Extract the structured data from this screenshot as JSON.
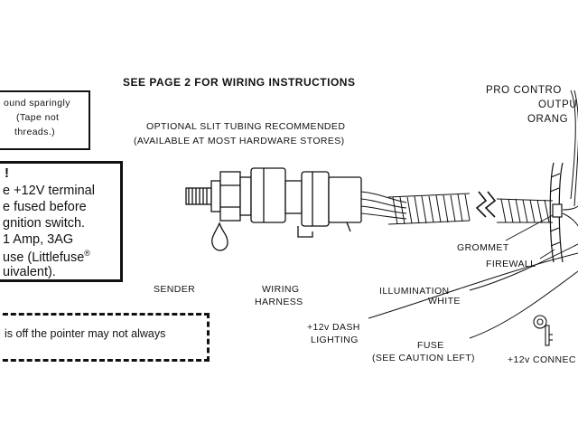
{
  "header": {
    "title": "SEE PAGE 2 FOR WIRING INSTRUCTIONS"
  },
  "sealant_note": {
    "lines": [
      "ound sparingly",
      "(Tape not",
      "threads.)"
    ]
  },
  "caution_box": {
    "heading": "!",
    "lines": [
      "e +12V terminal",
      "e fused before",
      "gnition switch.",
      "1 Amp, 3AG",
      "use (Littlefuse",
      "uivalent)."
    ],
    "registered_mark": "®"
  },
  "power_note": {
    "text": "is off the pointer may not always"
  },
  "labels": {
    "tubing": [
      "OPTIONAL SLIT TUBING RECOMMENDED",
      "(AVAILABLE AT MOST HARDWARE STORES)"
    ],
    "sender": "SENDER",
    "wiring_harness": [
      "WIRING",
      "HARNESS"
    ],
    "grommet": "GROMMET",
    "firewall": "FIREWALL",
    "illumination": [
      "ILLUMINATION",
      "WHITE"
    ],
    "dash_lighting": [
      "+12v DASH",
      "LIGHTING"
    ],
    "fuse": [
      "FUSE",
      "(SEE CAUTION LEFT)"
    ],
    "connect": "+12v CONNEC",
    "pro_control": [
      "PRO CONTRO",
      "OUTPU",
      "ORANG"
    ]
  }
}
